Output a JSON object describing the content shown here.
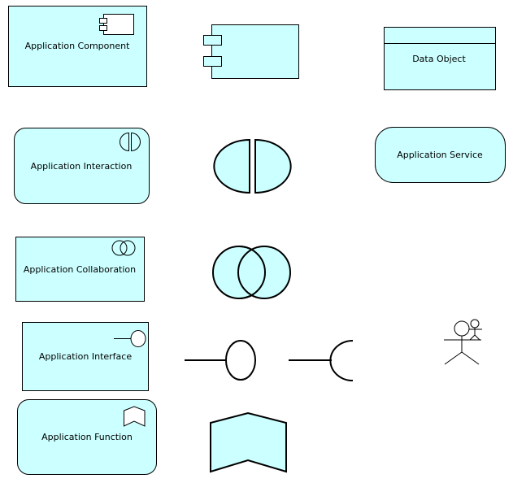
{
  "colors": {
    "fill": "#ccffff",
    "stroke": "#000000",
    "background": "#ffffff"
  },
  "elements": {
    "application_component": {
      "label": "Application  Component"
    },
    "data_object": {
      "label": "Data Object"
    },
    "application_interaction": {
      "label": "Application Interaction"
    },
    "application_service": {
      "label": "Application Service"
    },
    "application_collaboration": {
      "label": "Application Collaboration"
    },
    "application_interface": {
      "label": "Application Interface"
    },
    "application_function": {
      "label": "Application Function"
    }
  },
  "icons": [
    "component-icon",
    "interaction-icon",
    "collaboration-icon",
    "interface-provided-icon",
    "interface-required-icon",
    "function-icon",
    "actor-icon"
  ]
}
